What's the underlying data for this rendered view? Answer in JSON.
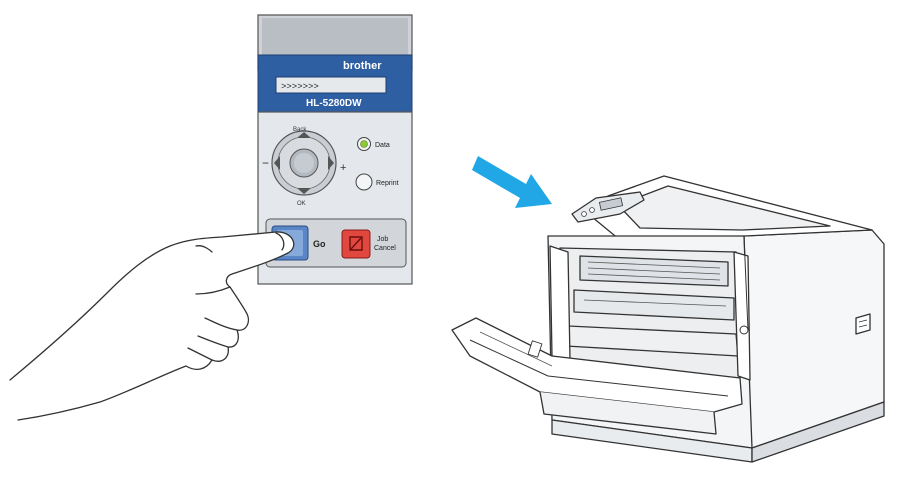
{
  "panel": {
    "brand": "brother",
    "lcd_text": ">>>>>>>",
    "model": "HL-5280DW",
    "back_label": "Back",
    "minus_label": "−",
    "plus_label": "+",
    "ok_label": "OK",
    "data_label": "Data",
    "reprint_label": "Reprint",
    "go_label": "Go",
    "job_cancel_label_1": "Job",
    "job_cancel_label_2": "Cancel"
  },
  "colors": {
    "arrow": "#22a7e6",
    "panel_blue": "#2f5fa3",
    "panel_face": "#dfe3e8",
    "led_green": "#8fc83c",
    "cancel_red": "#e0473f",
    "outline": "#333333"
  },
  "icons": {
    "pointing_hand": "hand-pointing-icon",
    "direction_arrow": "arrow-right-down-icon",
    "printer": "printer-front-cover-open-icon"
  }
}
